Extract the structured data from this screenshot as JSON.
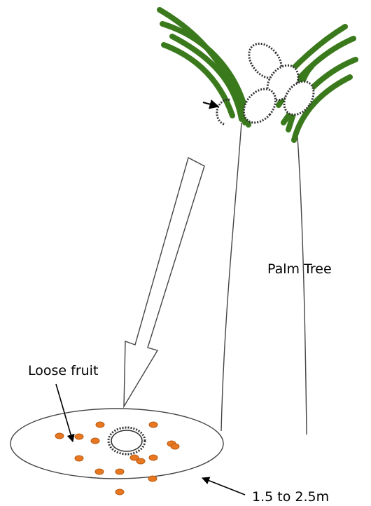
{
  "labels": {
    "palm_tree": "Palm Tree",
    "loose_fruit": "Loose fruit",
    "distance": "1.5 to 2.5m"
  },
  "colors": {
    "frond": "#3a7a1c",
    "fruit_fill": "#e87722",
    "fruit_stroke": "#b85a10",
    "line": "#444444",
    "bunch_spikes": "#333333"
  },
  "icons": {
    "pointer": "arrow-icon",
    "fruit_bunch": "bunch-icon",
    "loose_fruit": "fruit-dot-icon"
  }
}
